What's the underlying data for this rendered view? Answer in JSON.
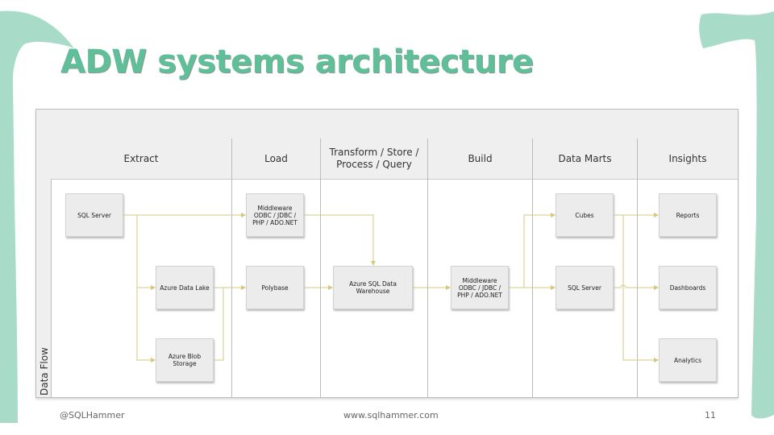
{
  "title": "ADW systems architecture",
  "colors": {
    "accent": "#5fbf99",
    "decoration": "#a9dcc8",
    "flow_line": "#d6c77f",
    "lane_fill": "#efefef",
    "box_fill": "#ececec"
  },
  "diagram": {
    "row_label": "Data Flow",
    "lanes": [
      "Extract",
      "Load",
      "Transform / Store /\nProcess / Query",
      "Build",
      "Data Marts",
      "Insights"
    ],
    "nodes": {
      "sql_server_src": "SQL Server",
      "azure_data_lake": "Azure Data Lake",
      "azure_blob_storage": "Azure Blob Storage",
      "middleware_load": "Middleware\nODBC / JDBC /\nPHP / ADO.NET",
      "polybase": "Polybase",
      "azure_sql_dw": "Azure SQL Data\nWarehouse",
      "middleware_build": "Middleware\nODBC / JDBC /\nPHP / ADO.NET",
      "cubes": "Cubes",
      "sql_server_mart": "SQL Server",
      "reports": "Reports",
      "dashboards": "Dashboards",
      "analytics": "Analytics"
    }
  },
  "footer": {
    "handle": "@SQLHammer",
    "url": "www.sqlhammer.com",
    "page": "11"
  }
}
